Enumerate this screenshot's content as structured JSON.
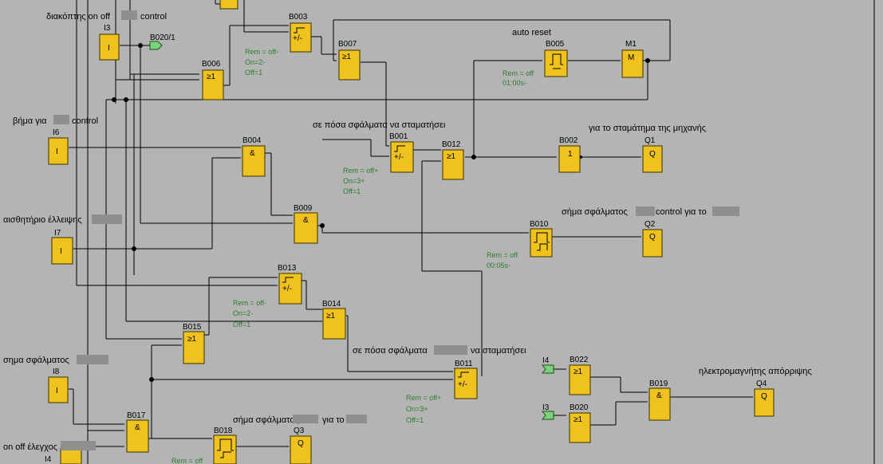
{
  "colors": {
    "background": "#b4b4b4",
    "block": "#f0c21e",
    "param_text": "#2f7d2f",
    "connector": "#7ad27a",
    "redaction": "#8f8f8f"
  },
  "comments": {
    "c1": "διακόπτης on off",
    "c1b": "control",
    "c2": "βήμα για",
    "c2b": "control",
    "c3": "αισθητήριο έλλειψης",
    "c4": "σημα σφάλματος",
    "c5": "on off έλεγχος",
    "c6": "auto reset",
    "c7": "σε πόσα σφάλματα να σταματήσει",
    "c8": "για το σταμάτημα της μηχανής",
    "c9": "σήμα σφάλματος",
    "c9b": "control για το",
    "c10": "σε πόσα σφάλματα",
    "c10b": "να σταματήσει",
    "c11": "ηλεκτρομαγνήτης απόρριψης",
    "c12": "σήμα σφάλματος",
    "c12b": "για το",
    "c13": "B020/1"
  },
  "blocks": {
    "I3": {
      "name": "I3",
      "sym": "I"
    },
    "I6": {
      "name": "I6",
      "sym": "I"
    },
    "I7": {
      "name": "I7",
      "sym": "I"
    },
    "I8": {
      "name": "I8",
      "sym": "I"
    },
    "I4": {
      "name": "I4"
    },
    "B003": {
      "name": "B003",
      "p1": "Rem = off-",
      "p2": "On=2-",
      "p3": "Off=1"
    },
    "B006": {
      "name": "B006",
      "sym": "≥1"
    },
    "B007": {
      "name": "B007",
      "sym": "≥1"
    },
    "B005": {
      "name": "B005",
      "p1": "Rem = off",
      "p2": "01:00s-"
    },
    "M1": {
      "name": "M1",
      "sym": "M"
    },
    "B004": {
      "name": "B004",
      "sym": "&"
    },
    "B001": {
      "name": "B001",
      "p1": "Rem = off+",
      "p2": "On=3+",
      "p3": "Off=1"
    },
    "B012": {
      "name": "B012",
      "sym": "≥1"
    },
    "B002": {
      "name": "B002",
      "sym": "1"
    },
    "Q1": {
      "name": "Q1",
      "sym": "Q"
    },
    "B009": {
      "name": "B009",
      "sym": "&"
    },
    "B010": {
      "name": "B010",
      "p1": "Rem = off",
      "p2": "00:05s-"
    },
    "Q2": {
      "name": "Q2",
      "sym": "Q"
    },
    "B013": {
      "name": "B013",
      "p1": "Rem = off-",
      "p2": "On=2-",
      "p3": "Off=1"
    },
    "B014": {
      "name": "B014",
      "sym": "≥1"
    },
    "B015": {
      "name": "B015",
      "sym": "≥1"
    },
    "B011": {
      "name": "B011",
      "p1": "Rem = off+",
      "p2": "On=3+",
      "p3": "Off=1"
    },
    "I4b": {
      "name": "I4"
    },
    "I3b": {
      "name": "I3"
    },
    "B022": {
      "name": "B022",
      "sym": "≥1"
    },
    "B020": {
      "name": "B020",
      "sym": "≥1"
    },
    "B019": {
      "name": "B019",
      "sym": "&"
    },
    "Q4": {
      "name": "Q4",
      "sym": "Q"
    },
    "B017": {
      "name": "B017",
      "sym": "&"
    },
    "B018": {
      "name": "B018",
      "p1": "Rem = off"
    },
    "Q3": {
      "name": "Q3",
      "sym": "Q"
    }
  }
}
